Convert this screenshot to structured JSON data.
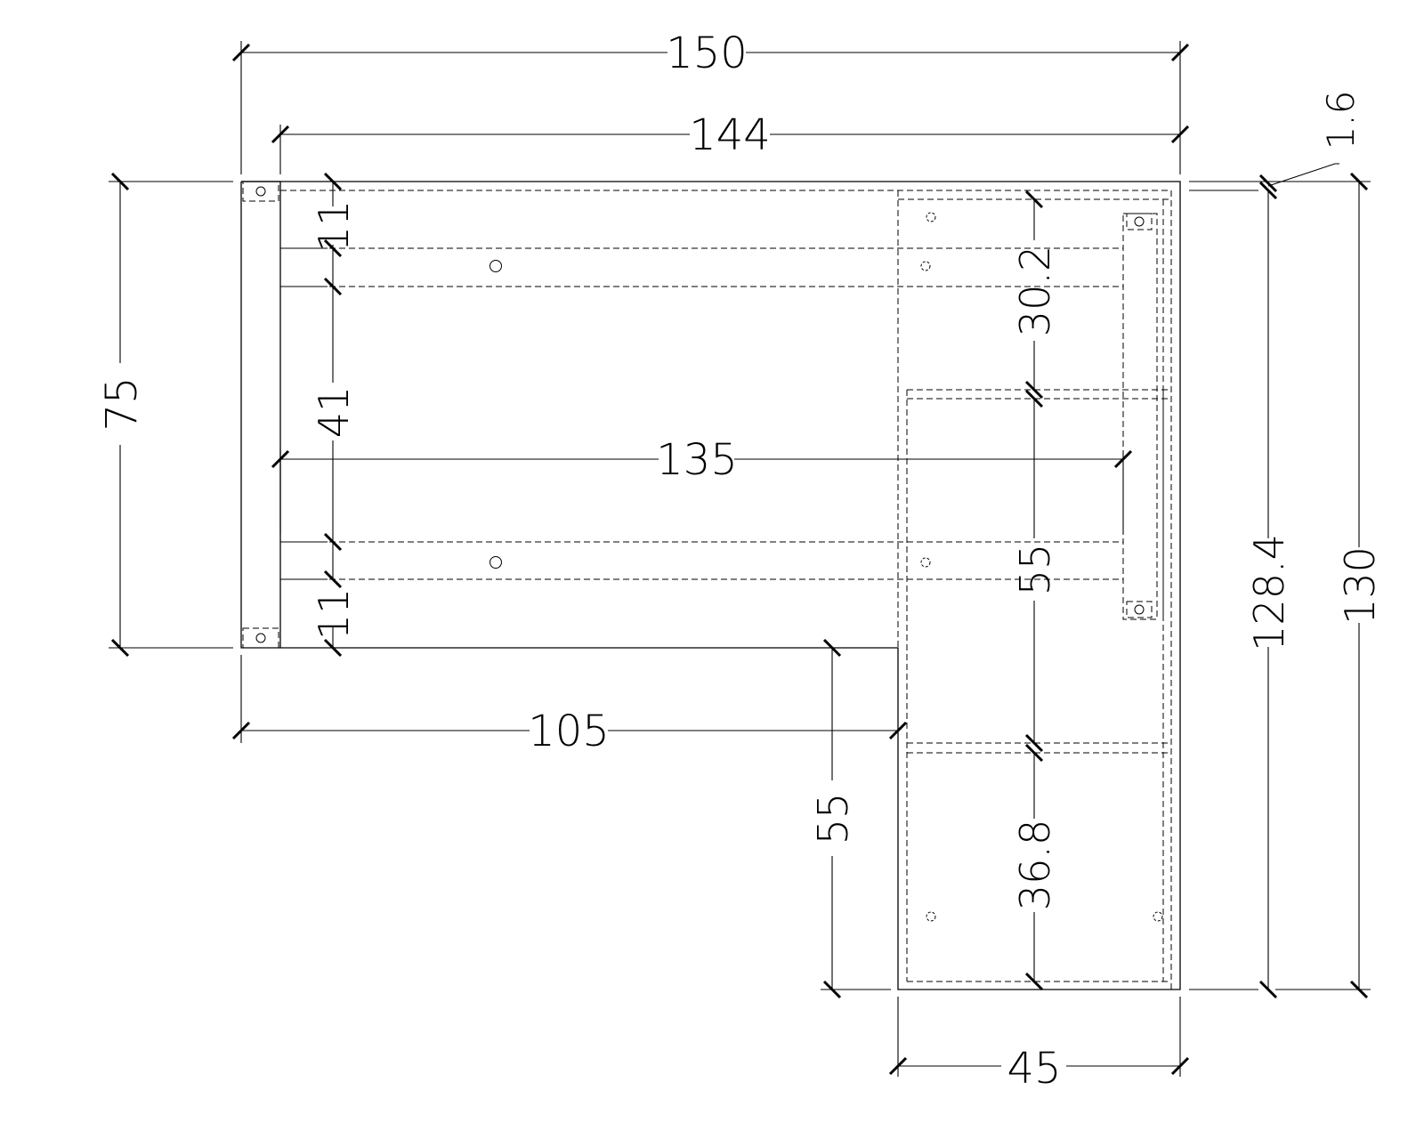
{
  "drawing": {
    "line_color": "#000000",
    "background": "#ffffff",
    "dimensions": {
      "overall_width": "150",
      "inner_width": "144",
      "rail_span": "135",
      "left_depth": "75",
      "return_length": "105",
      "return_width": "45",
      "return_depth": "55",
      "total_depth_inner": "128.4",
      "total_depth": "130",
      "top_overhang": "1.6",
      "rail_top": "11",
      "rail_gap": "41",
      "rail_bottom": "11",
      "drawer_upper": "30.2",
      "drawer_middle": "55",
      "drawer_lower": "36.8"
    }
  }
}
